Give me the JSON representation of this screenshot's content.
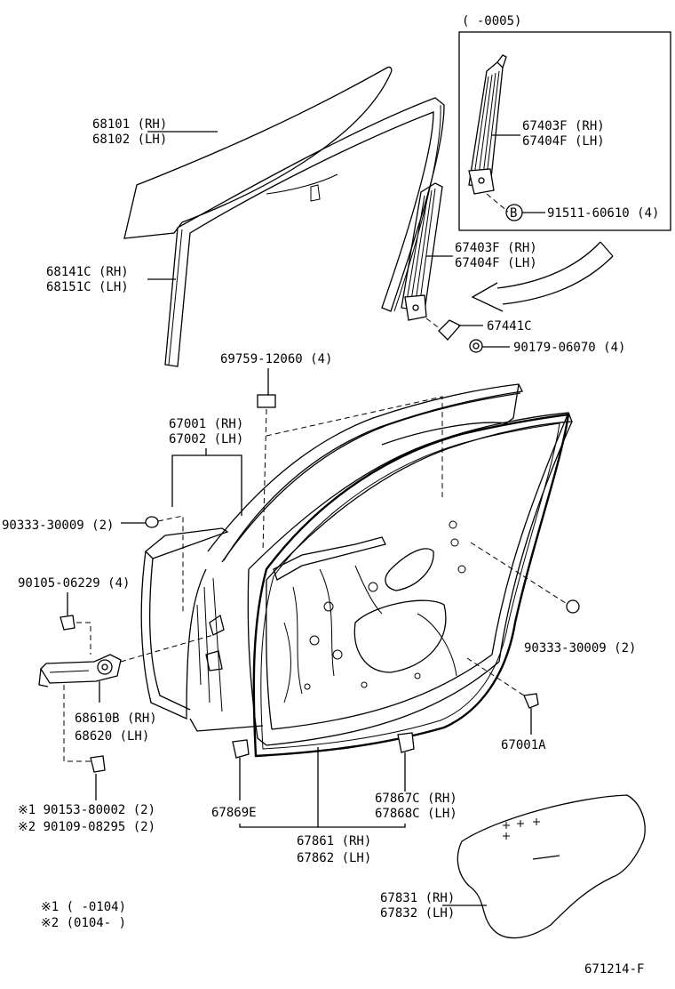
{
  "labels": {
    "inset_range": "(      -0005)",
    "p68101": "68101 (RH)",
    "p68102": "68102 (LH)",
    "p67403f_a": "67403F (RH)",
    "p67404f_a": "67404F (LH)",
    "p91511": "91511-60610 (4)",
    "mark_b": "B",
    "p68141c": "68141C (RH)",
    "p68151c": "68151C (LH)",
    "p67403f_b": "67403F (RH)",
    "p67404f_b": "67404F (LH)",
    "p67441c": "67441C",
    "p90179": "90179-06070 (4)",
    "p69759": "69759-12060 (4)",
    "p67001": "67001 (RH)",
    "p67002": "67002 (LH)",
    "p90333_a": "90333-30009 (2)",
    "p90105": "90105-06229 (4)",
    "p90333_b": "90333-30009 (2)",
    "p68610b": "68610B (RH)",
    "p68620": "68620   (LH)",
    "p67001a": "67001A",
    "p90153": "※1  90153-80002 (2)",
    "p90109": "※2  90109-08295 (2)",
    "p67869e": "67869E",
    "p67867c": "67867C (RH)",
    "p67868c": "67868C (LH)",
    "p67861": "67861 (RH)",
    "p67862": "67862 (LH)",
    "p67831": "67831 (RH)",
    "p67832": "67832 (LH)",
    "note1": "※1  (      -0104)",
    "note2": "※2  (0104-      )",
    "diagram_id": "671214-F"
  }
}
